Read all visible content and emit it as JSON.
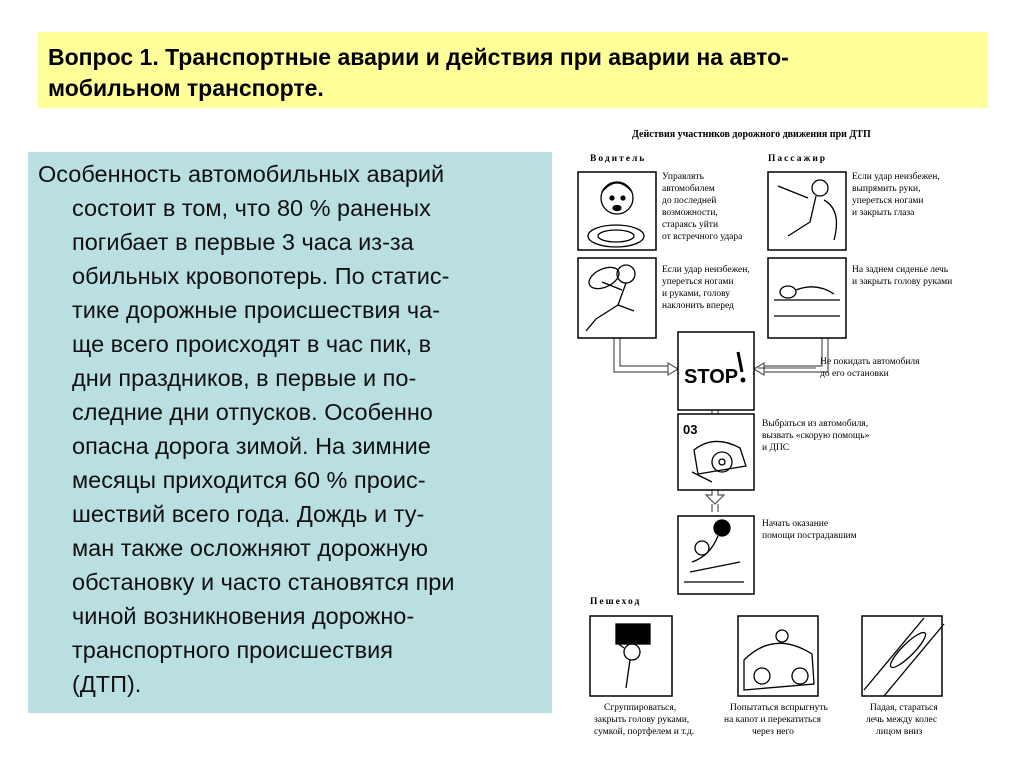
{
  "title": {
    "line1": "Вопрос 1. Транспортные аварии и действия при аварии на авто-",
    "line2": "мобильном транспорте."
  },
  "body_lines": [
    "Особенность автомобильных аварий",
    "состоит в том, что 80 % раненых",
    "погибает в первые 3 часа из-за",
    "обильных кровопотерь. По статис-",
    "тике дорожные происшествия ча-",
    "ще всего происходят в час пик, в",
    "дни праздников, в первые и по-",
    "следние дни отпусков. Особенно",
    "опасна дорога зимой. На зимние",
    "месяцы приходится 60 % проис-",
    "шествий всего года. Дождь и ту-",
    "ман также осложняют дорожную",
    "обстановку и часто становятся при",
    "чиной возникновения дорожно-",
    "транспортного происшествия",
    "(ДТП)."
  ],
  "diagram": {
    "heading": "Действия участников дорожного движения при ДТП",
    "label_driver": "Водитель",
    "label_passenger": "Пассажир",
    "label_pedestrian": "Пешеход",
    "stop_sign": "STOP",
    "phone_code": "03",
    "driver_1": [
      "Управлять",
      "автомобилем",
      "до последней",
      "возможности,",
      "стараясь уйти",
      "от встречного удара"
    ],
    "driver_2": [
      "Если удар неизбежен,",
      "упереться ногами",
      "и руками, голову",
      "наклонить вперед"
    ],
    "passenger_1": [
      "Если удар неизбежен,",
      "выпрямить руки,",
      "упереться ногами",
      "и закрыть глаза"
    ],
    "passenger_2": [
      "На заднем сиденье лечь",
      "и закрыть голову руками"
    ],
    "stop_note": [
      "Не покидать автомобиля",
      "до его остановки"
    ],
    "phone_note": [
      "Выбраться из автомобиля,",
      "вызвать «скорую помощь»",
      "и ДПС"
    ],
    "help_note": [
      "Начать оказание",
      "помощи пострадавшим"
    ],
    "ped_1": [
      "Сгруппироваться,",
      "закрыть голову руками,",
      "сумкой, портфелем и т.д."
    ],
    "ped_2": [
      "Попытаться вспрыгнуть",
      "на капот и перекатиться",
      "через него"
    ],
    "ped_3": [
      "Падая, стараться",
      "лечь между колес",
      "лицом вниз"
    ]
  }
}
